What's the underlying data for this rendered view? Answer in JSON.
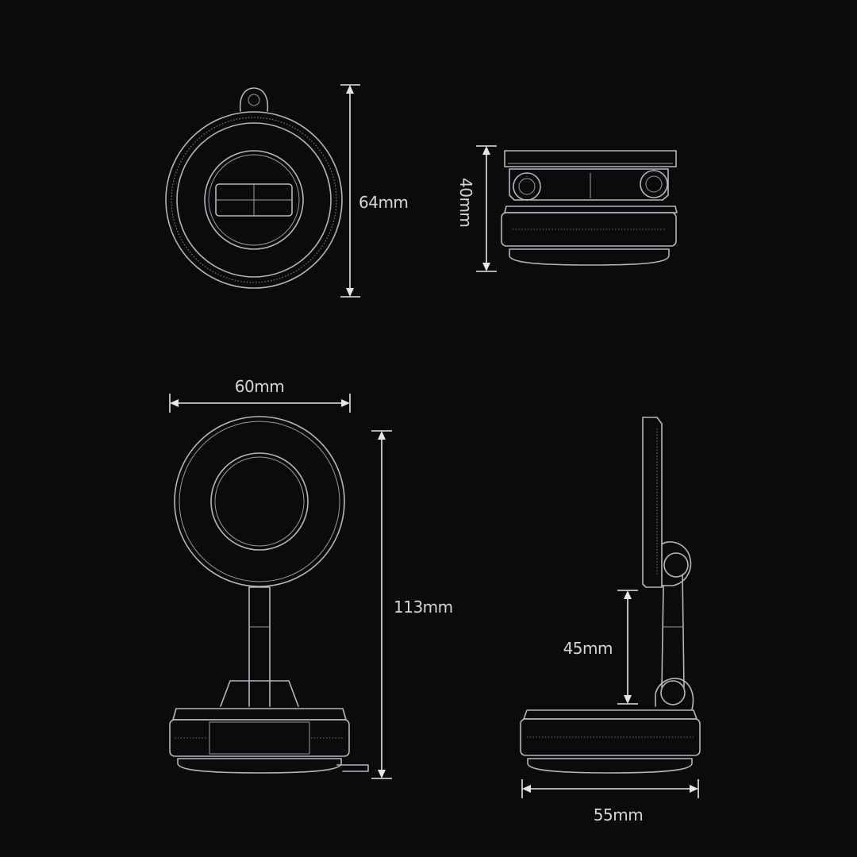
{
  "background_color": "#0b0b0d",
  "line_color": "#b7b7bb",
  "views": {
    "top": {
      "dimension_label": "64mm"
    },
    "side_compact": {
      "dimension_label": "40mm"
    },
    "front_extended": {
      "width_label": "60mm",
      "height_label": "113mm"
    },
    "side_extended": {
      "stem_label": "45mm",
      "base_label": "55mm"
    }
  }
}
